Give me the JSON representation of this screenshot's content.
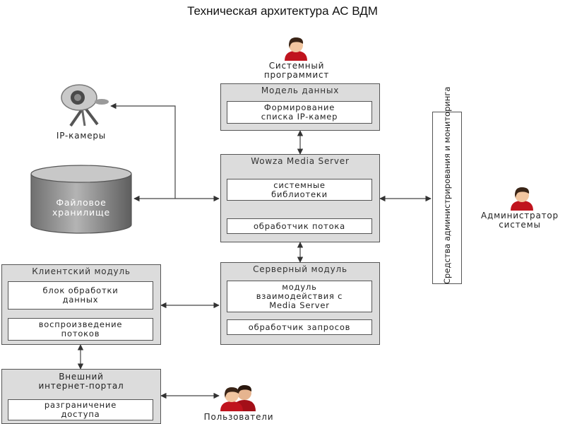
{
  "title": "Техническая архитектура АС ВДМ",
  "actors": {
    "programmer": "Системный\nпрограммист",
    "admin": "Администратор\nсистемы",
    "users": "Пользователи",
    "cameras": "IP-камеры"
  },
  "storage": "Файловое\nхранилище",
  "data_model": {
    "title": "Модель данных",
    "sub": "Формирование\nсписка IP-камер"
  },
  "wowza": {
    "title": "Wowza Media Server",
    "libs": "системные\nбиблиотеки",
    "handler": "обработчик потока"
  },
  "server_module": {
    "title": "Серверный модуль",
    "interact": "модуль\nвзаимодействия с\nMedia Server",
    "requests": "обработчик запросов"
  },
  "client_module": {
    "title": "Клиентский модуль",
    "processing": "блок обработки\nданных",
    "playback": "воспроизведение\nпотоков"
  },
  "portal": {
    "title": "Внешний\nинтернет-портал",
    "access": "разграничение\nдоступа"
  },
  "admin_tools": "Средства администрирования и мониторинга",
  "colors": {
    "box_fill": "#dcdcdc",
    "border": "#555555",
    "storage": "#8a8a8a",
    "skin": "#f2c6a0",
    "hair": "#3a2416",
    "shirt": "#c0141e"
  }
}
